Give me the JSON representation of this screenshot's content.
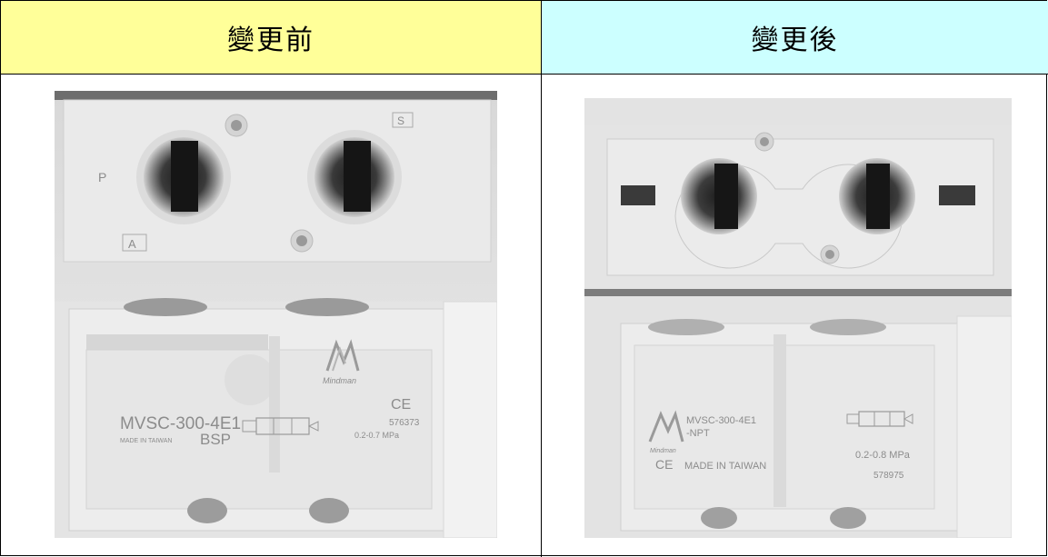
{
  "table": {
    "header_before": "變更前",
    "header_after": "變更後"
  },
  "before_photo": {
    "top_port_letters": [
      "P",
      "S",
      "A"
    ],
    "brand": "Mindman",
    "model": "MVSC-300-4E1",
    "made_in": "MADE IN TAIWAN",
    "thread": "BSP",
    "code": "576373",
    "pressure": "0.2-0.7 MPa"
  },
  "after_photo": {
    "brand": "Mindman",
    "model_line1": "MVSC-300-4E1",
    "model_line2": "-NPT",
    "made_in": "MADE IN TAIWAN",
    "pressure": "0.2-0.8 MPa",
    "code": "578975"
  }
}
